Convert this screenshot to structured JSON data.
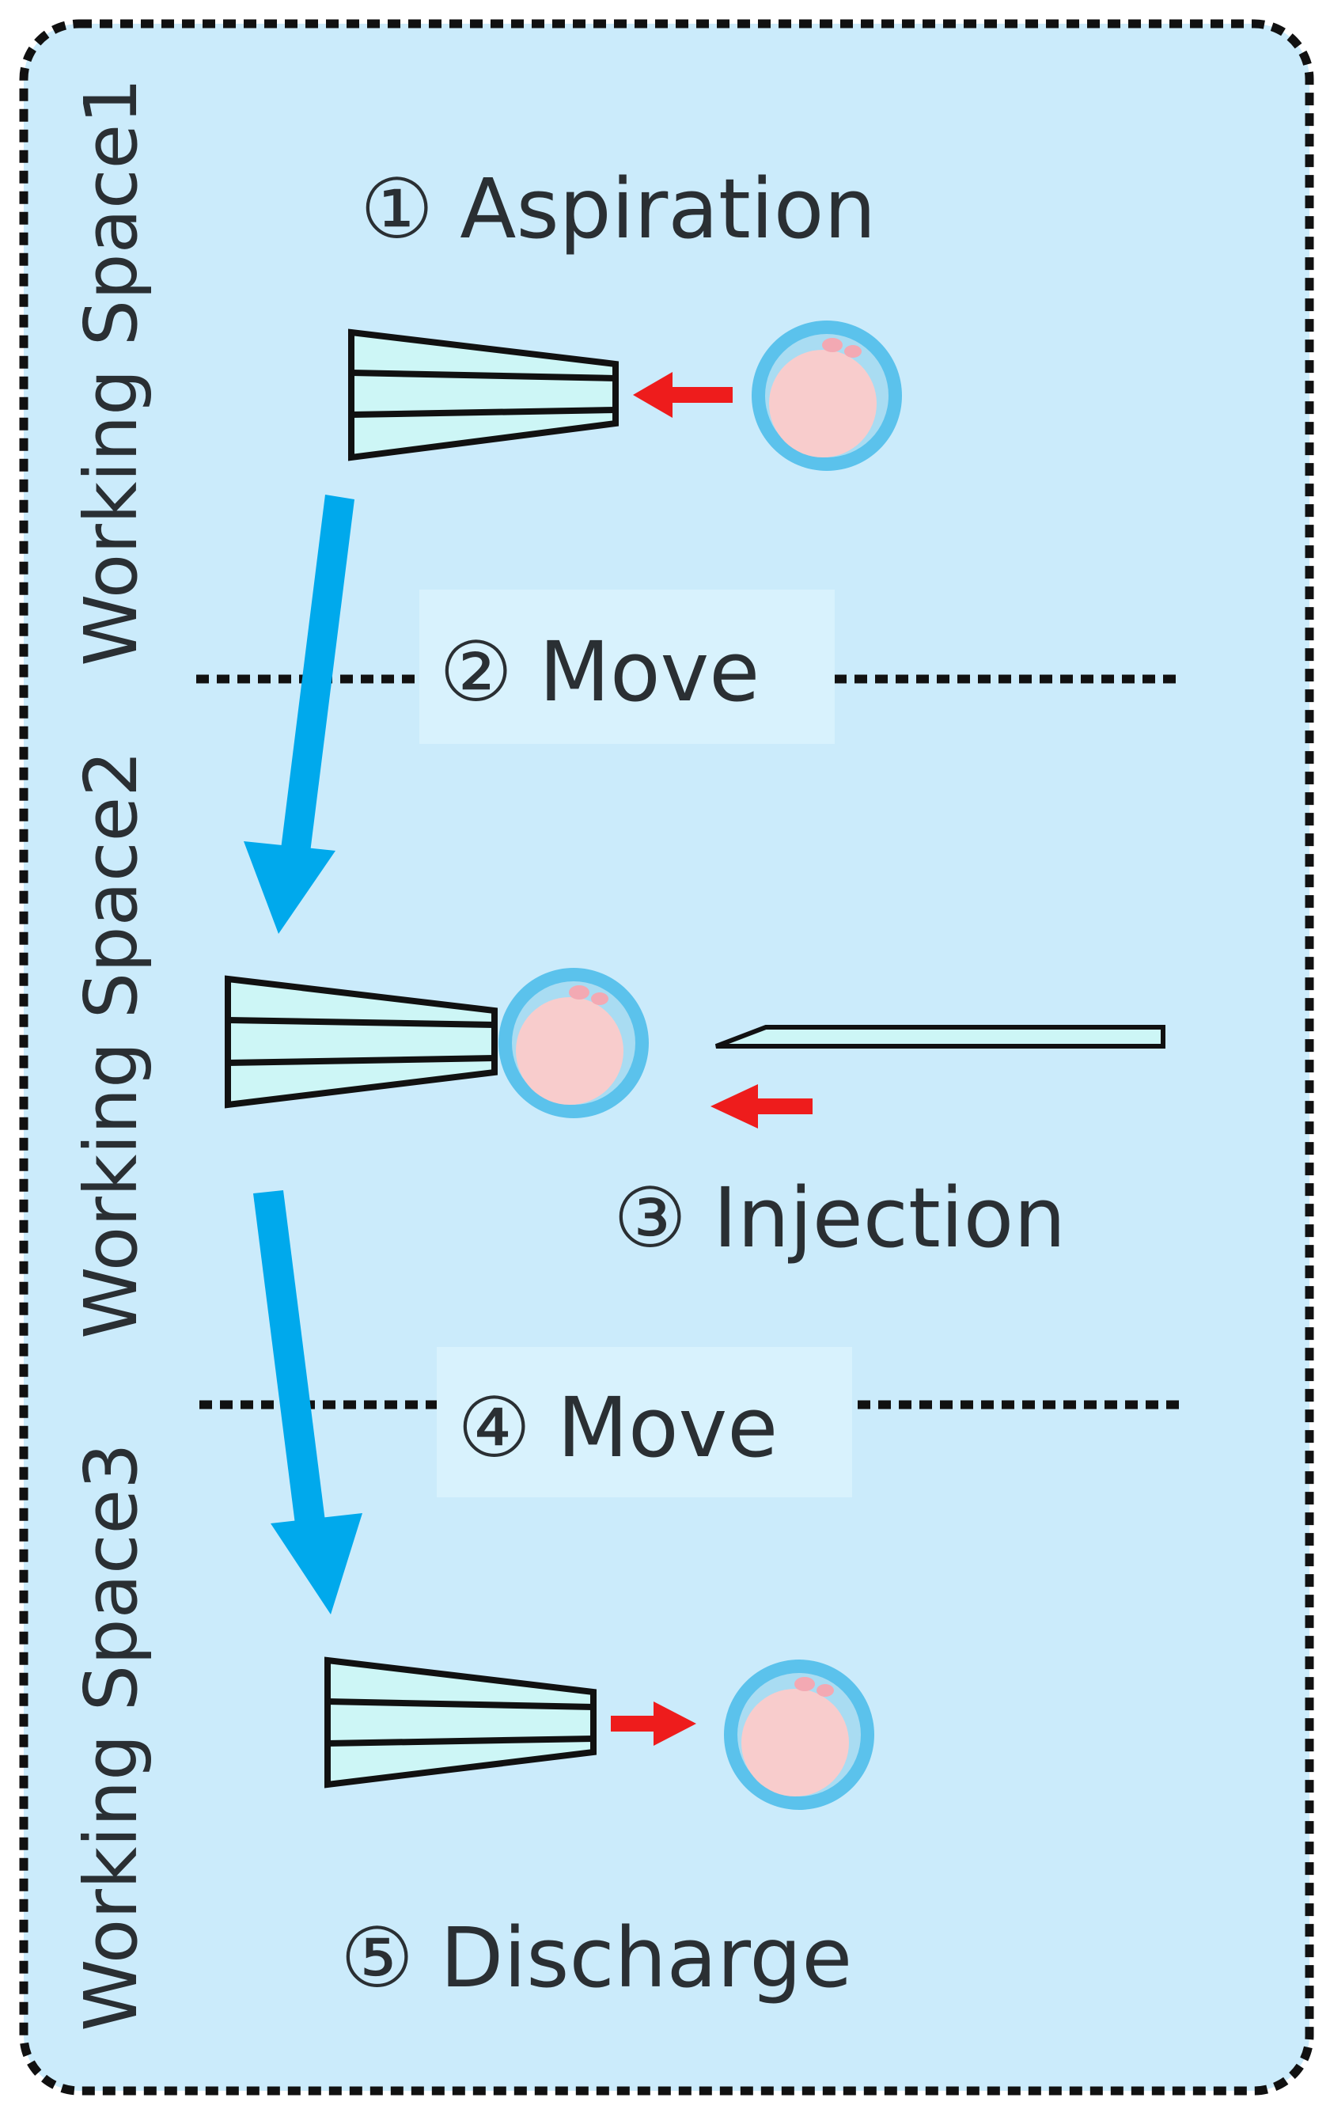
{
  "colors": {
    "background": "#cbebfb",
    "border": "#111111",
    "pipette_fill": "#cdf6f6",
    "cell_outer": "#5bc2ec",
    "cell_inner_ring": "#a9dcf2",
    "cell_body": "#f8cccc",
    "polar_body": "#f3a9b3",
    "flow_arrow": "#00a9ec",
    "motion_arrow": "#ee1c1c",
    "text": "#2a2f33",
    "move_label_bg": "#d8f2fd"
  },
  "working_spaces": [
    {
      "label": "Working Space1"
    },
    {
      "label": "Working Space2"
    },
    {
      "label": "Working Space3"
    }
  ],
  "steps": [
    {
      "label": "① Aspiration"
    },
    {
      "label": "② Move"
    },
    {
      "label": "③ Injection"
    },
    {
      "label": "④ Move"
    },
    {
      "label": "⑤ Discharge"
    }
  ]
}
